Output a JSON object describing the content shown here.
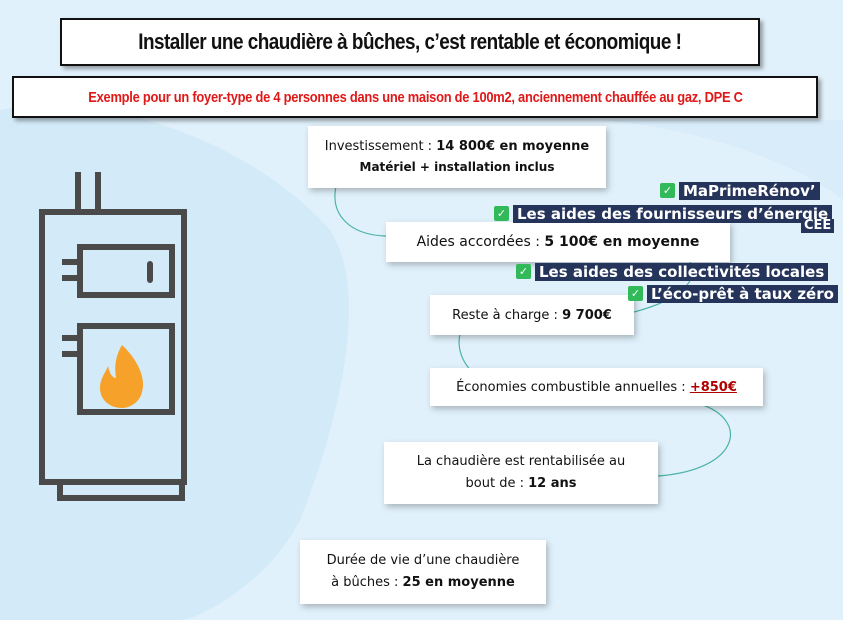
{
  "header": {
    "title": "Installer une chaudière à bûches, c’est rentable et économique !",
    "subtitle": "Exemple pour un foyer-type de 4 personnes dans une maison de 100m2, anciennement chauffée au gaz, DPE C"
  },
  "colors": {
    "background": "#e1f1fb",
    "subtitle_red": "#e01818",
    "tag_navy": "#24345a",
    "check_green": "#31b95a",
    "line_teal": "#4cb3a8",
    "flame_orange": "#f6a22a"
  },
  "cards": {
    "investment": {
      "label": "Investissement : ",
      "value": "14 800€ en moyenne",
      "note": "Matériel + installation inclus"
    },
    "aid": {
      "label": "Aides accordées : ",
      "value": "5 100€ en moyenne"
    },
    "rest": {
      "label": "Reste à charge : ",
      "value": "9 700€"
    },
    "savings": {
      "label": "Économies combustible annuelles : ",
      "value": "+850€"
    },
    "payback": {
      "line1": "La chaudière est rentabilisée au",
      "line2": "bout de : ",
      "value": "12 ans"
    },
    "lifetime": {
      "line1": "Durée de vie d’une chaudière",
      "line2": "à bûches : ",
      "value": "25 en moyenne"
    }
  },
  "aid_tags": [
    {
      "icon": "check-icon",
      "label": "MaPrimeRénov’"
    },
    {
      "icon": "check-icon",
      "label": "Les aides des fournisseurs d’énergie"
    },
    {
      "icon": "check-icon",
      "label": "Les aides des collectivités locales"
    },
    {
      "icon": "check-icon",
      "label": "L’éco-prêt à taux zéro"
    }
  ],
  "aid_tag_extra": "CEE"
}
